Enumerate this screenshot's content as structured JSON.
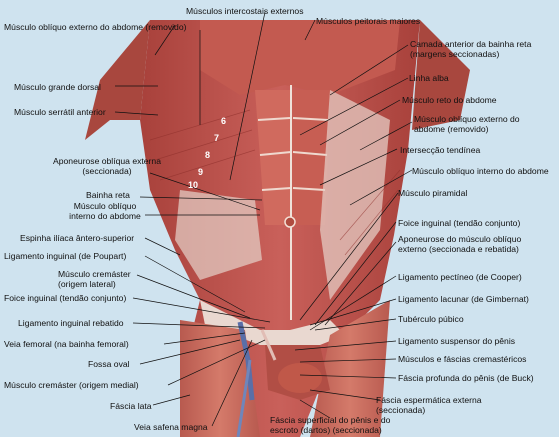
{
  "colors": {
    "background": "#cfe3ef",
    "muscle": "#c0524a",
    "muscle_dark": "#8e2f2b",
    "fascia": "#e7d6cf",
    "leader_line": "#111111"
  },
  "labels": {
    "intercostais": "Músculos intercostais externos",
    "obliquo_ext_removido_top": "Músculo oblíquo externo do abdome (removido)",
    "peitorais": "Músculos peitorais maiores",
    "camada_anterior": "Camada anterior da bainha reta (margens seccionadas)",
    "grande_dorsal": "Músculo grande dorsal",
    "linha_alba": "Linha alba",
    "serratil": "Músculo serrátil anterior",
    "reto_abdome": "Músculo reto do abdome",
    "obliquo_ext_removido_right": "Músculo oblíquo externo do abdome (removido)",
    "interseccao": "Intersecção tendínea",
    "aponeurose_obliqua": "Aponeurose oblíqua externa (seccionada)",
    "obliquo_int_right": "Músculo oblíquo interno do abdome",
    "bainha_reta": "Bainha reta",
    "piramidal": "Músculo piramidal",
    "obliquo_int_left": "Músculo oblíquo interno do abdome",
    "foice_right": "Foice inguinal (tendão conjunto)",
    "espinha_iliaca": "Espinha ilíaca ântero-superior",
    "aponeurose_musculo": "Aponeurose do músculo oblíquo externo (seccionada e rebatida)",
    "ligamento_poupart": "Ligamento inguinal (de Poupart)",
    "cremaster_lateral": "Músculo cremáster (origem lateral)",
    "pectineo": "Ligamento pectíneo (de Cooper)",
    "foice_left": "Foice inguinal (tendão conjunto)",
    "lacunar": "Ligamento lacunar (de Gimbernat)",
    "tuberculo": "Tubérculo púbico",
    "ligamento_rebatido": "Ligamento inguinal rebatido",
    "suspensor": "Ligamento suspensor do pênis",
    "veia_femoral": "Veia femoral (na bainha femoral)",
    "cremastericos": "Músculos e fáscias cremastéricos",
    "fossa_oval": "Fossa oval",
    "fascia_profunda": "Fáscia profunda do pênis (de Buck)",
    "cremaster_medial": "Músculo cremáster (origem medial)",
    "fascia_espermatica": "Fáscia espermática externa (seccionada)",
    "fascia_lata": "Fáscia lata",
    "veia_safena": "Veia safena magna",
    "fascia_superficial": "Fáscia superficial do pênis e do escroto (dartos) (seccionada)"
  },
  "rib_numbers": [
    "6",
    "7",
    "8",
    "9",
    "10"
  ]
}
